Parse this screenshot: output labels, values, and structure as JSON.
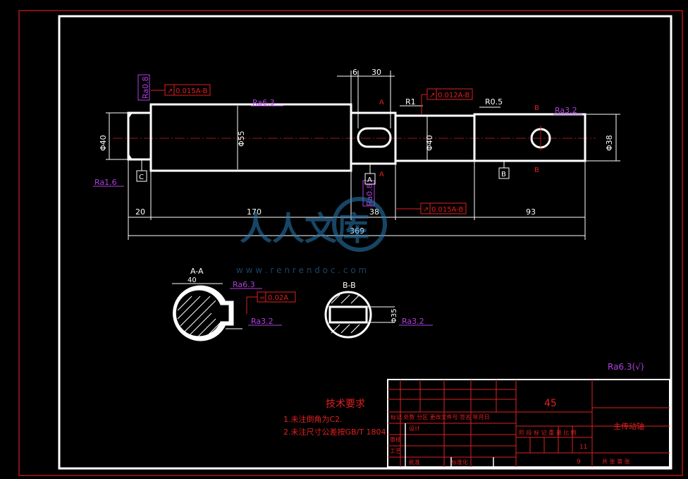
{
  "dimensions": {
    "d_left_step": "20",
    "d_main_len": "170",
    "d_mid_len": "38",
    "d_right_len": "93",
    "d_total": "369",
    "d_top_6": "6",
    "d_top_30": "30",
    "dia_40_left": "Φ40",
    "dia_55": "Φ55",
    "dia_40_mid": "Φ40",
    "dia_38": "Φ38",
    "r1": "R1",
    "r05": "R0.5"
  },
  "roughness": {
    "main_surface": "Ra6.3",
    "left_end": "Ra1.6",
    "right_end": "Ra3.2",
    "left_vertical": "Ra0.8",
    "mid_vertical": "Ra0.8",
    "section_a_top": "Ra6.3",
    "section_a_bottom": "Ra3.2",
    "section_b": "Ra3.2",
    "general": "Ra6.3(√)"
  },
  "tolerances": {
    "left": "0.015A-B",
    "mid_top": "0.012A-B",
    "mid_bottom": "0.015A-B",
    "section_a": "0.02A"
  },
  "datums": {
    "a": "A",
    "b": "B",
    "c": "C"
  },
  "sections": {
    "a_label": "A-A",
    "b_label": "B-B",
    "a_dim": "40",
    "b_dim": "Φ35"
  },
  "section_markers": {
    "a": "A",
    "b": "B"
  },
  "notes": {
    "title": "技术要求",
    "line1": "1.未注倒角为C2.",
    "line2": "2.未注尺寸公差按GB/T 1804"
  },
  "title_block": {
    "material": "45",
    "part_name": "主传动轴",
    "scale_header": "阶 段 标 记  重 量  比 例",
    "sheet_count": "11",
    "page": "9",
    "row_header": "标记 处数 分区 更改文件号 签名 年月日",
    "design": "设计",
    "check": "审核",
    "craft": "工艺",
    "approve": "批准",
    "standard": "标准化",
    "sheet_label": "共 张 第 张"
  },
  "watermark": {
    "text": "人人文库",
    "url": "w w w . r e n r e n d o c . c o m"
  }
}
